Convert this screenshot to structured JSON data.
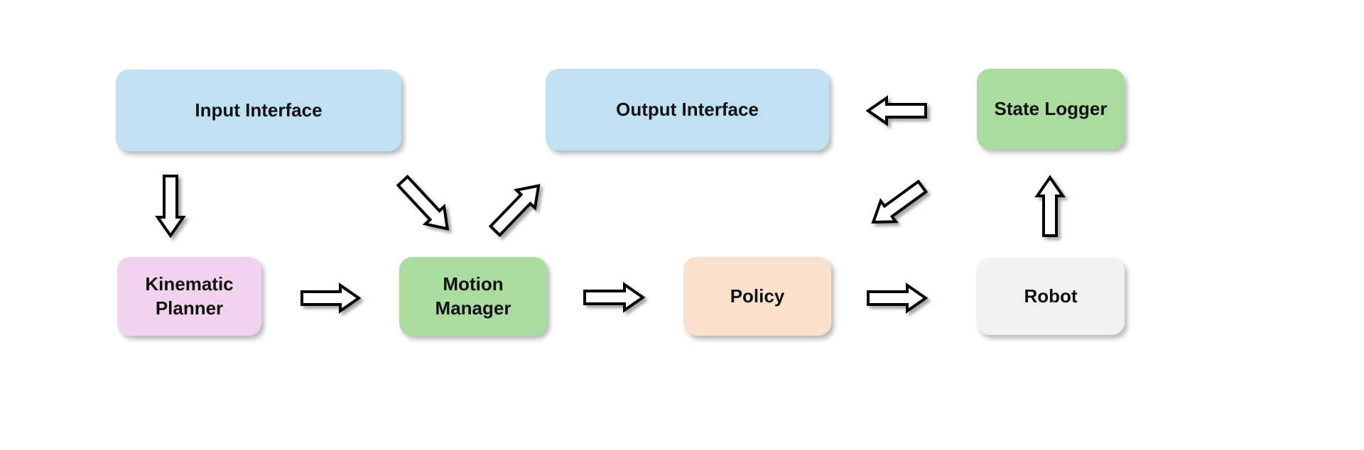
{
  "diagram": {
    "background_color": "#ffffff",
    "label_text_color": "#111111",
    "nodes": [
      {
        "id": "input-interface",
        "label": "Input Interface",
        "color": "#bfe1f1"
      },
      {
        "id": "output-interface",
        "label": "Output Interface",
        "color": "#bfe1f1"
      },
      {
        "id": "state-logger",
        "label": "State Logger",
        "color": "#a9dc9e"
      },
      {
        "id": "kinematic-planner",
        "label": "Kinematic Planner",
        "color": "#f1d2ef"
      },
      {
        "id": "motion-manager",
        "label": "Motion Manager",
        "color": "#a9dc9e"
      },
      {
        "id": "policy",
        "label": "Policy",
        "color": "#fae1ce"
      },
      {
        "id": "robot",
        "label": "Robot",
        "color": "#f1f1f1"
      }
    ],
    "arrows": [
      {
        "name": "arrow-input-interface-to-kinematic-planner",
        "direction": "down"
      },
      {
        "name": "arrow-input-interface-to-motion-manager",
        "direction": "down-right"
      },
      {
        "name": "arrow-motion-manager-to-output-interface",
        "direction": "up-right"
      },
      {
        "name": "arrow-kinematic-planner-to-motion-manager",
        "direction": "right"
      },
      {
        "name": "arrow-motion-manager-to-policy",
        "direction": "right"
      },
      {
        "name": "arrow-policy-to-robot",
        "direction": "right"
      },
      {
        "name": "arrow-robot-to-state-logger",
        "direction": "up"
      },
      {
        "name": "arrow-state-logger-to-output-interface",
        "direction": "left"
      },
      {
        "name": "arrow-state-logger-to-policy",
        "direction": "down-left"
      }
    ],
    "arrow_style": {
      "fill": "#ffffff",
      "stroke": "#000000"
    }
  }
}
